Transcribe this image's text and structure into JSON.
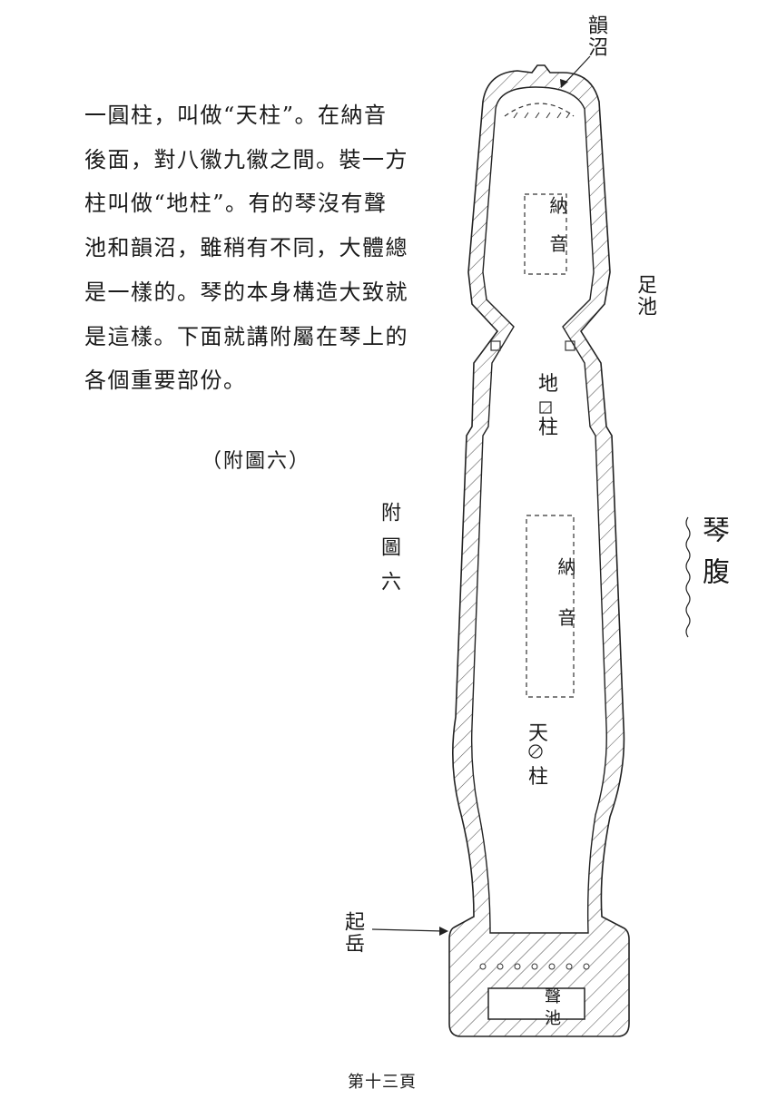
{
  "body_text": {
    "lines": [
      "一圓柱，叫做“天柱”。在納音",
      "後面，對八徽九徽之間。裝一方",
      "柱叫做“地柱”。有的琴沒有聲",
      "池和韻沼，雖稍有不同，大體總",
      "是一樣的。琴的本身構造大致就",
      "是這樣。下面就講附屬在琴上的",
      "各個重要部份。"
    ]
  },
  "caption": "（附圖六）",
  "figure": {
    "title": "附圖六",
    "side_label": "琴腹",
    "labels": {
      "yunzhao": "韻沼",
      "zuchi": "足池",
      "nayin_upper": "納音",
      "nayin_lower": "納音",
      "di_zhu_1": "地",
      "di_zhu_2": "柱",
      "tian_zhu_1": "天",
      "tian_zhu_2": "柱",
      "qiyue": "起岳",
      "shengchi": "聲池"
    }
  },
  "page_number": "第十三頁"
}
